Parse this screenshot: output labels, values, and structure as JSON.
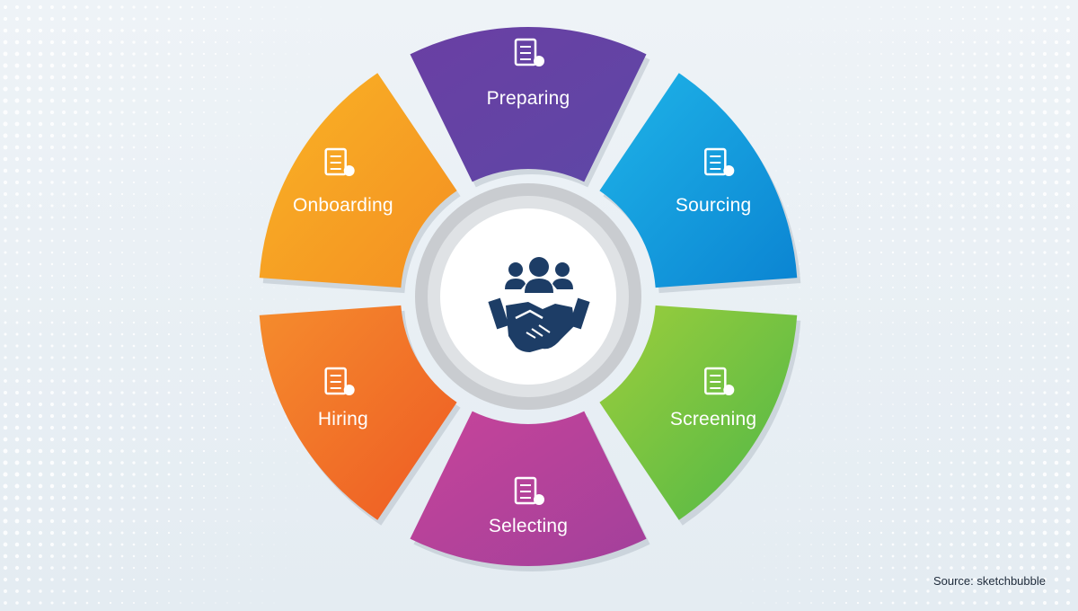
{
  "steps": [
    {
      "label": "Preparing",
      "icon": "checklist-gear-icon",
      "color_start": "#6a3fa3",
      "color_end": "#5e47a6"
    },
    {
      "label": "Sourcing",
      "icon": "candidate-search-icon",
      "color_start": "#1fb4e8",
      "color_end": "#0b84d2"
    },
    {
      "label": "Screening",
      "icon": "candidate-screening-icon",
      "color_start": "#9dce3c",
      "color_end": "#4eb747"
    },
    {
      "label": "Selecting",
      "icon": "candidate-selection-icon",
      "color_start": "#c7449a",
      "color_end": "#a2409b"
    },
    {
      "label": "Hiring",
      "icon": "candidate-magnifier-icon",
      "color_start": "#f58c2d",
      "color_end": "#ee5a24"
    },
    {
      "label": "Onboarding",
      "icon": "onboarding-documents-icon",
      "color_start": "#f9b325",
      "color_end": "#f48f22"
    }
  ],
  "center": {
    "icon": "team-handshake-icon",
    "icon_color": "#1d3d66"
  },
  "source_note": "Source: sketchbubble"
}
